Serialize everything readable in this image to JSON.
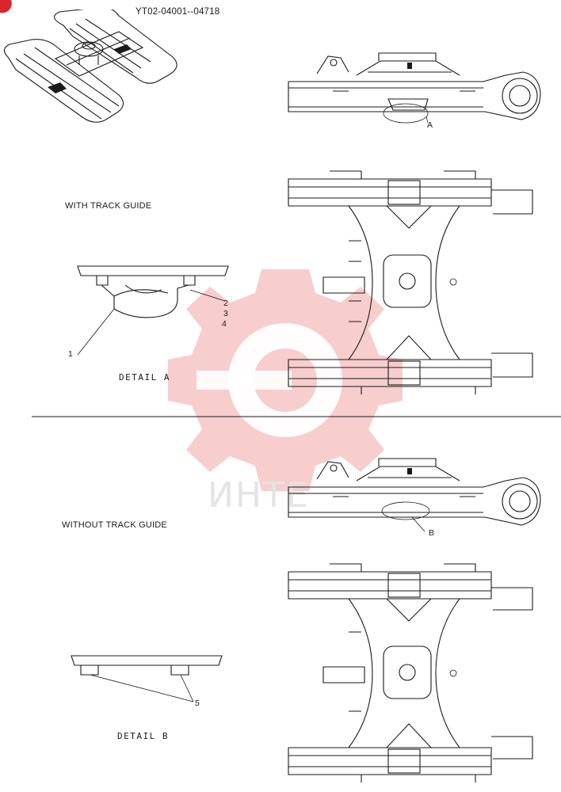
{
  "header": {
    "serial_range": "YT02-04001--04718"
  },
  "sections": {
    "with_track_guide": {
      "title": "WITH TRACK GUIDE",
      "detail_label": "DETAIL A",
      "side_callout": "A",
      "detail_callouts": [
        "1",
        "2",
        "3",
        "4"
      ]
    },
    "without_track_guide": {
      "title": "WITHOUT TRACK GUIDE",
      "detail_label": "DETAIL B",
      "side_callout": "B",
      "detail_callouts": [
        "5"
      ]
    }
  },
  "watermark": {
    "text": "ИНТЕ",
    "color": "#f2b8b8"
  },
  "colors": {
    "line": "#1a1a1a",
    "corner_badge": "#d9252b",
    "background": "#ffffff"
  }
}
